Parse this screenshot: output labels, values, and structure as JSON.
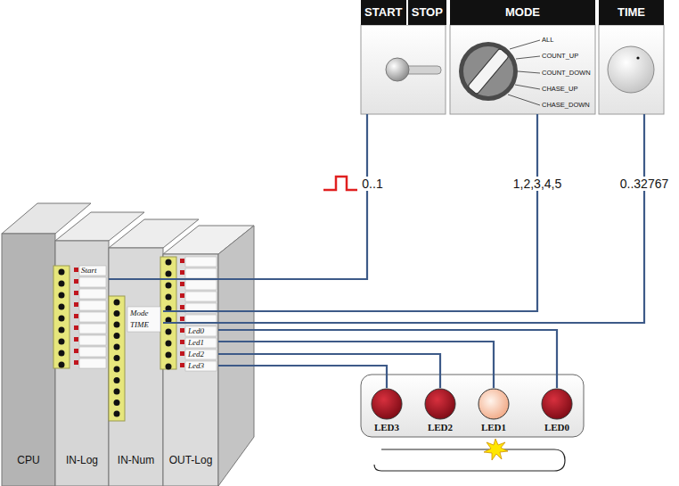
{
  "diagram": {
    "nodes": [
      {
        "text": [
          "START",
          "STOP"
        ]
      },
      {
        "text": [
          "MODE"
        ]
      },
      {
        "text": [
          "TIME"
        ]
      },
      {
        "text": [
          "CPU"
        ]
      },
      {
        "text": [
          "IN-Log"
        ]
      },
      {
        "text": [
          "IN-Num"
        ]
      },
      {
        "text": [
          "OUT-Log"
        ]
      },
      {
        "text": [
          "LED3"
        ]
      },
      {
        "text": [
          "LED2"
        ]
      },
      {
        "text": [
          "LED1"
        ]
      },
      {
        "text": [
          "LED0"
        ]
      }
    ],
    "edges": [
      {
        "from": 0,
        "to": 4,
        "label": "0..1",
        "arrow": "none"
      },
      {
        "from": 1,
        "to": 5,
        "label": "1,2,3,4,5",
        "arrow": "none"
      },
      {
        "from": 2,
        "to": 5,
        "label": "0..32767",
        "arrow": "none"
      },
      {
        "from": 6,
        "to": 10,
        "arrow": "none"
      },
      {
        "from": 6,
        "to": 9,
        "arrow": "none"
      },
      {
        "from": 6,
        "to": 8,
        "arrow": "none"
      },
      {
        "from": 6,
        "to": 7,
        "arrow": "none"
      }
    ],
    "labels": [
      "ALL",
      "COUNT_UP",
      "COUNT_DOWN",
      "CHASE_UP",
      "CHASE_DOWN",
      "Start",
      "Mode",
      "TIME",
      "Led0",
      "Led1",
      "Led2",
      "Led3"
    ]
  }
}
